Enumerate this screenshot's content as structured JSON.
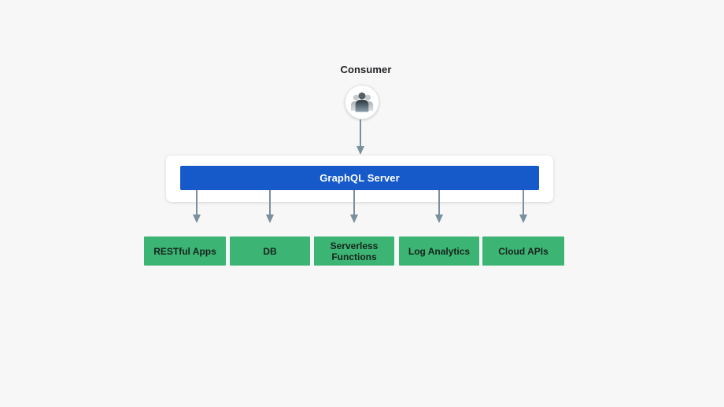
{
  "consumer": {
    "label": "Consumer",
    "icon": "users-icon"
  },
  "server": {
    "label": "GraphQL Server"
  },
  "services": [
    {
      "label": "RESTful Apps"
    },
    {
      "label": "DB"
    },
    {
      "label": "Serverless Functions"
    },
    {
      "label": "Log Analytics"
    },
    {
      "label": "Cloud APIs"
    }
  ],
  "colors": {
    "background": "#f7f7f7",
    "card": "#ffffff",
    "server_bar_blue": "#1659c8",
    "server_text": "#ffffff",
    "service_box_green": "#3cb474",
    "service_text": "#17231c",
    "arrow_gray": "#7b909e",
    "label_text": "#202124"
  }
}
